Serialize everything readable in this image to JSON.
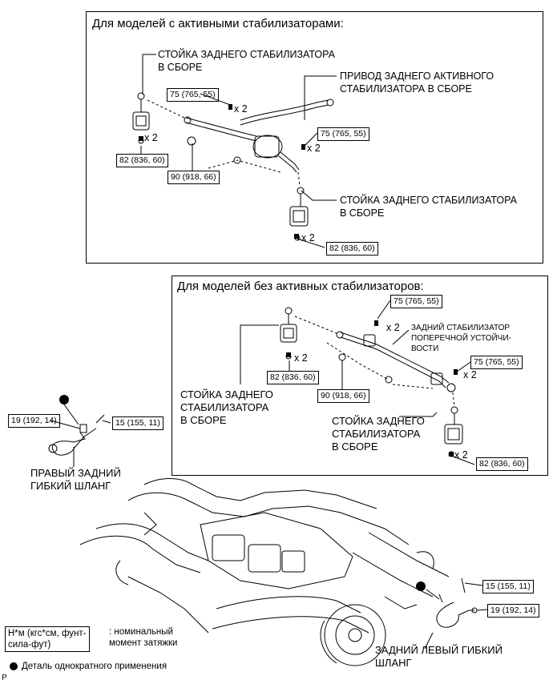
{
  "panel_active": {
    "title": "Для моделей с активными стабилизаторами:",
    "link_top_label": [
      "СТОЙКА ЗАДНЕГО СТАБИЛИЗАТОРА",
      "В СБОРЕ"
    ],
    "actuator_label": [
      "ПРИВОД ЗАДНЕГО АКТИВНОГО",
      "СТАБИЛИЗАТОРА В СБОРЕ"
    ],
    "link_bottom_label": [
      "СТОЙКА ЗАДНЕГО СТАБИЛИЗАТОРА",
      "В СБОРЕ"
    ],
    "torque_75_a": "75 (765, 55)",
    "torque_75_b": "75 (765, 55)",
    "torque_82_a": "82 (836, 60)",
    "torque_90": "90 (918, 66)",
    "torque_82_b": "82 (836, 60)",
    "mult": "x 2"
  },
  "panel_standard": {
    "title": "Для моделей без активных стабилизаторов:",
    "torque_75_a": "75 (765, 55)",
    "torque_75_b": "75 (765, 55)",
    "torque_82_a": "82 (836, 60)",
    "torque_90": "90 (918, 66)",
    "torque_82_b": "82 (836, 60)",
    "bar_label": [
      "ЗАДНИЙ СТАБИЛИЗАТОР",
      "ПОПЕРЕЧНОЙ УСТОЙЧИ-",
      "ВОСТИ"
    ],
    "link_left_label": [
      "СТОЙКА ЗАДНЕГО",
      "СТАБИЛИЗАТОРА",
      "В СБОРЕ"
    ],
    "link_right_label": [
      "СТОЙКА ЗАДНЕГО",
      "СТАБИЛИЗАТОРА",
      "В СБОРЕ"
    ],
    "mult": "x 2"
  },
  "right_hose": {
    "torque_19": "19 (192, 14)",
    "torque_15": "15 (155, 11)",
    "label": [
      "ПРАВЫЙ ЗАДНИЙ",
      "ГИБКИЙ ШЛАНГ"
    ]
  },
  "left_hose": {
    "torque_15": "15 (155, 11)",
    "torque_19": "19 (192, 14)",
    "label": [
      "ЗАДНИЙ ЛЕВЫЙ ГИБКИЙ",
      "ШЛАНГ"
    ]
  },
  "legend": {
    "unit_box": [
      "Н*м (кгс*см, фунт-",
      "сила-фут)"
    ],
    "unit_desc": [
      ": номинальный",
      "момент затяжки"
    ],
    "dot_desc": "Деталь однократного применения"
  },
  "corner_mark": "P"
}
